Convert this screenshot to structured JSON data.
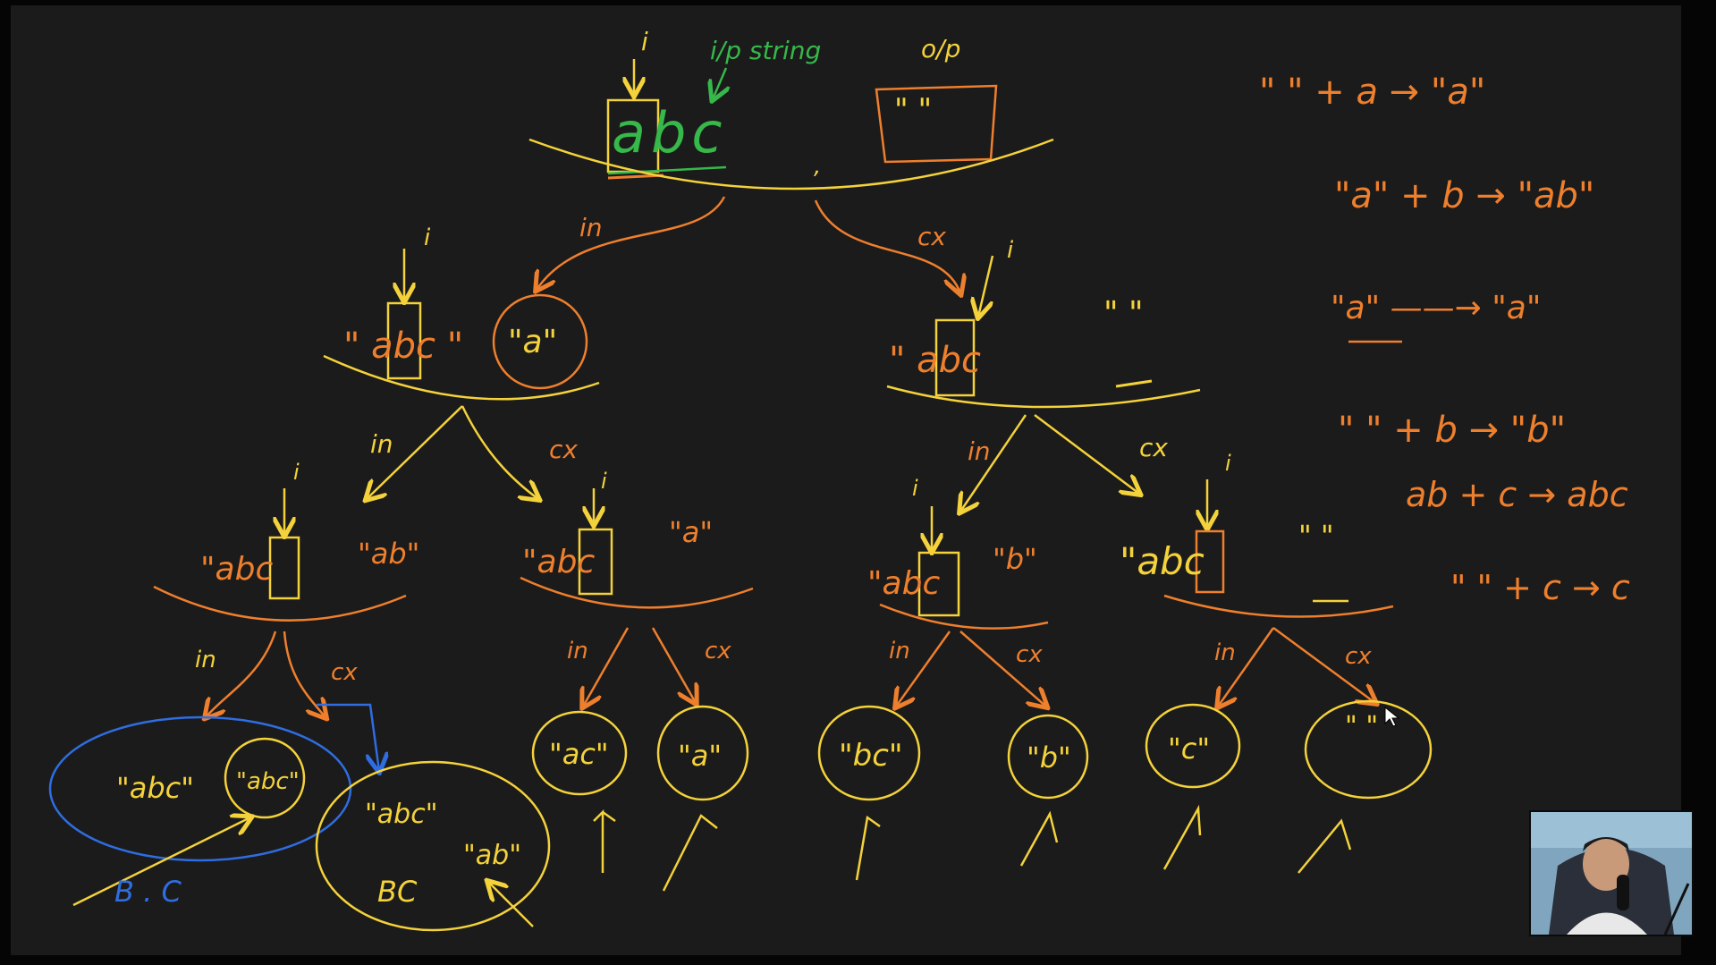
{
  "colors": {
    "yellow": "#f4d23b",
    "orange": "#ee7f2d",
    "green": "#36b84a",
    "blue": "#2f6de0",
    "background": "#1b1b1b"
  },
  "root": {
    "pointer": "i",
    "input_label": "i/p string",
    "output_label": "o/p",
    "input": "abc",
    "output": "\" \""
  },
  "branch_labels": {
    "inc": "in",
    "exc": "cx"
  },
  "level1": [
    {
      "input": "\" abc \"",
      "output": "\"a\""
    },
    {
      "input": "\" abc",
      "output": "\" \""
    }
  ],
  "level2": [
    {
      "input": "\"abc",
      "output": "\"ab\""
    },
    {
      "input": "\"abc",
      "output": "\"a\""
    },
    {
      "input": "\"abc",
      "output": "\"b\""
    },
    {
      "input": "\"abc",
      "output": "\" \""
    }
  ],
  "leaves": [
    {
      "input": "\"abc\"",
      "output": "\"abc\""
    },
    {
      "input": "\"abc\"",
      "output": "\"ab\""
    },
    {
      "output": "\"ac\""
    },
    {
      "output": "\"a\""
    },
    {
      "output": "\"bc\""
    },
    {
      "output": "\"b\""
    },
    {
      "output": "\"c\""
    },
    {
      "output": "\" \""
    }
  ],
  "leaf_notes": [
    "B . C",
    "BC"
  ],
  "side_notes": [
    "\" \" + a → \"a\"",
    "\"a\" + b → \"ab\"",
    "\"a\" ——→ \"a\"",
    "\" \" + b → \"b\"",
    "ab + c → abc",
    "\" \" + c → c"
  ]
}
